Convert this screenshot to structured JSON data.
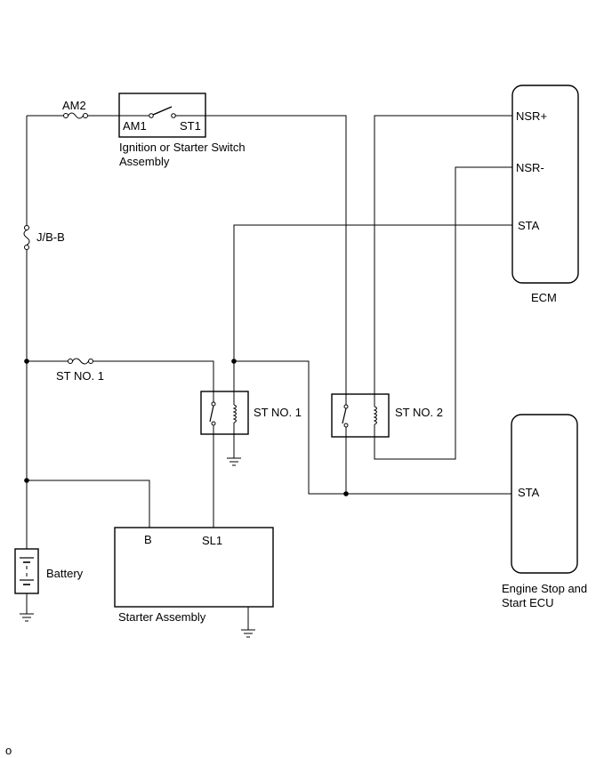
{
  "labels": {
    "am2": "AM2",
    "am1": "AM1",
    "st1": "ST1",
    "ign_line1": "Ignition or Starter Switch",
    "ign_line2": "Assembly",
    "jbb": "J/B-B",
    "st_no1_fuse": "ST NO. 1",
    "st_no1_relay": "ST NO. 1",
    "st_no2_relay": "ST NO. 2",
    "nsr_plus": "NSR+",
    "nsr_minus": "NSR-",
    "sta_ecm": "STA",
    "ecm": "ECM",
    "sta_eco": "STA",
    "eco_line1": "Engine Stop and",
    "eco_line2": "Start ECU",
    "b": "B",
    "sl1": "SL1",
    "starter": "Starter Assembly",
    "battery": "Battery",
    "corner": "o"
  }
}
